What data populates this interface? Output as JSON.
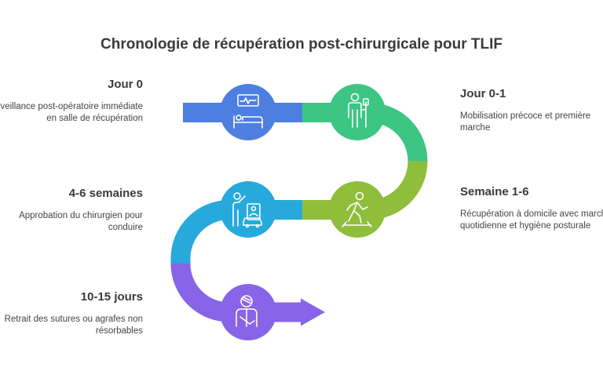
{
  "title": "Chronologie de récupération post-chirurgicale pour TLIF",
  "colors": {
    "step_0": "#4d7fe0",
    "step_1": "#3cc583",
    "step_2": "#8fbe3b",
    "step_3": "#27a9dc",
    "step_4": "#8864e8"
  },
  "steps": [
    {
      "heading": "Jour 0",
      "description": "Surveillance post-opératoire immédiate en salle de récupération",
      "icon": "hospital-bed-monitor-icon"
    },
    {
      "heading": "Jour 0-1",
      "description": "Mobilisation précoce et première marche",
      "icon": "patient-with-iv-icon"
    },
    {
      "heading": "Semaine 1-6",
      "description": "Récupération à domicile avec marche quotidienne et hygiène posturale",
      "icon": "walking-person-icon"
    },
    {
      "heading": "4-6 semaines",
      "description": "Approbation du chirurgien pour conduire",
      "icon": "doctor-presentation-car-icon"
    },
    {
      "heading": "10-15 jours",
      "description": "Retrait des sutures ou agrafes non résorbables",
      "icon": "patient-bandaged-icon"
    }
  ]
}
